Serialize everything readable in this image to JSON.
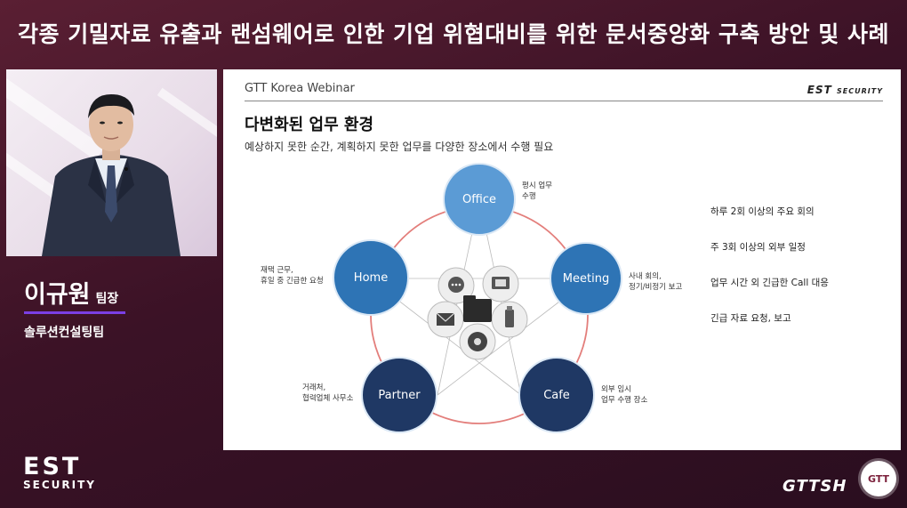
{
  "banner": {
    "title": "각종 기밀자료 유출과 랜섬웨어로 인한 기업 위협대비를 위한 문서중앙화 구축 방안 및 사례"
  },
  "presenter": {
    "name": "이규원",
    "title": "팀장",
    "team": "솔루션컨설팅팀"
  },
  "branding": {
    "est_big": "EST",
    "est_small": "SECURITY",
    "gttshow": "GTTSH",
    "gtt_badge": "GTT"
  },
  "slide": {
    "webinar_label": "GTT Korea Webinar",
    "brand_main": "EST",
    "brand_sub": "SECURITY",
    "title": "다변화된 업무 환경",
    "subtitle": "예상하지 못한 순간, 계획하지 못한 업무를 다양한 장소에서 수행 필요",
    "nodes": {
      "office": "Office",
      "meeting": "Meeting",
      "cafe": "Cafe",
      "partner": "Partner",
      "home": "Home"
    },
    "notes": {
      "office_1": "평시 업무",
      "office_2": "수행",
      "meeting_1": "사내 회의,",
      "meeting_2": "정기/비정기 보고",
      "cafe_1": "외부 임시",
      "cafe_2": "업무 수행 장소",
      "partner_1": "거래처,",
      "partner_2": "협력업체 사무소",
      "home_1": "재택 근무,",
      "home_2": "휴일 중 긴급한 요청"
    },
    "bullets": [
      "하루 2회 이상의 주요 회의",
      "주 3회 이상의 외부 일정",
      "업무 시간 외 긴급한 Call 대응",
      "긴급 자료 요청, 보고"
    ],
    "colors": {
      "light_blue": "#5b9bd5",
      "mid_blue": "#2e74b5",
      "navy": "#1f3864",
      "ring": "#d9534f"
    }
  }
}
